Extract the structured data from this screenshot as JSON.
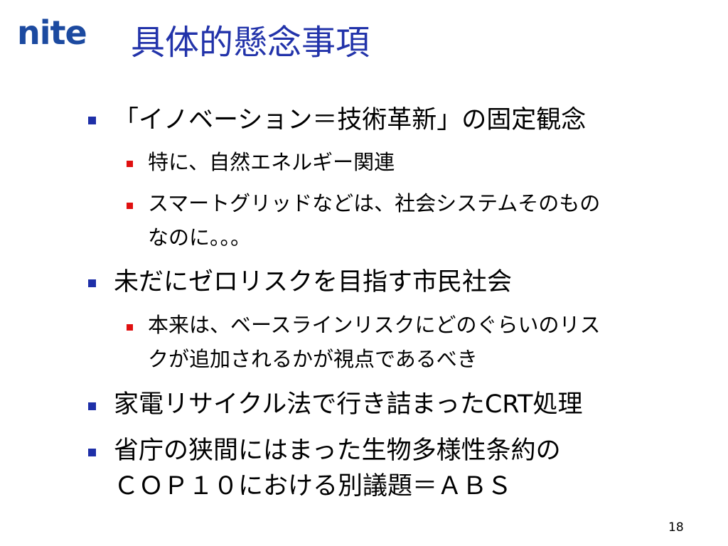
{
  "logo": {
    "text": "nite"
  },
  "title": "具体的懸念事項",
  "bullets": [
    {
      "text": "「イノベーション＝技術革新」の固定観念",
      "sub": [
        {
          "text": "特に、自然エネルギー関連"
        },
        {
          "line1": "スマートグリッドなどは、社会システムそのもの",
          "line2": "なのに。。。"
        }
      ]
    },
    {
      "text": "未だにゼロリスクを目指す市民社会",
      "sub": [
        {
          "line1": "本来は、ベースラインリスクにどのぐらいのリス",
          "line2": "クが追加されるかが視点であるべき"
        }
      ]
    },
    {
      "text": "家電リサイクル法で行き詰まったCRT処理"
    },
    {
      "line1": "省庁の狭間にはまった生物多様性条約の",
      "line2": "ＣＯＰ１０における別議題＝ＡＢＳ"
    }
  ],
  "page_number": "18",
  "colors": {
    "title": "#2233aa",
    "logo": "#1c4aa0",
    "bullet_level1": "#1e2fa8",
    "bullet_level2": "#e01010"
  }
}
